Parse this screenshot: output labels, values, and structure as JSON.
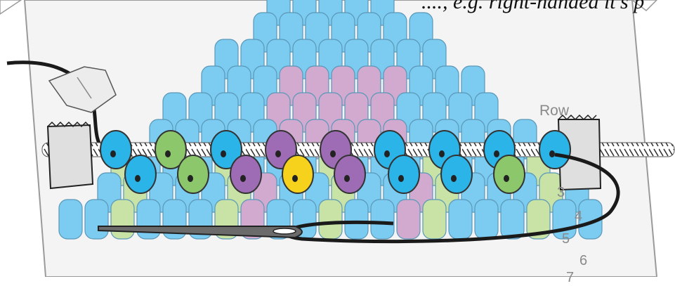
{
  "caption": "...., e.g. right-handed it's p",
  "row_label": "Row",
  "row_numbers": [
    "3",
    "4",
    "5",
    "6",
    "7"
  ],
  "colors": {
    "blue": "#2bb4e8",
    "light_blue": "#7ccbf1",
    "pale_blue": "#a9dcf5",
    "green": "#8cc76b",
    "light_green": "#c9e3a6",
    "purple": "#9e6cb4",
    "light_purple": "#d2a9cf",
    "yellow": "#f7d21c",
    "thread": "#1a1a1a",
    "needle": "#6b6b6b",
    "grid_paper": "#f2f2f2"
  },
  "bead_row_colors": [
    "blue",
    "green",
    "blue",
    "purple",
    "purple",
    "blue",
    "blue",
    "blue",
    "blue"
  ],
  "lower_bead_colors": [
    "blue",
    "green",
    "purple",
    "yellow",
    "purple",
    "blue",
    "blue",
    "green"
  ]
}
